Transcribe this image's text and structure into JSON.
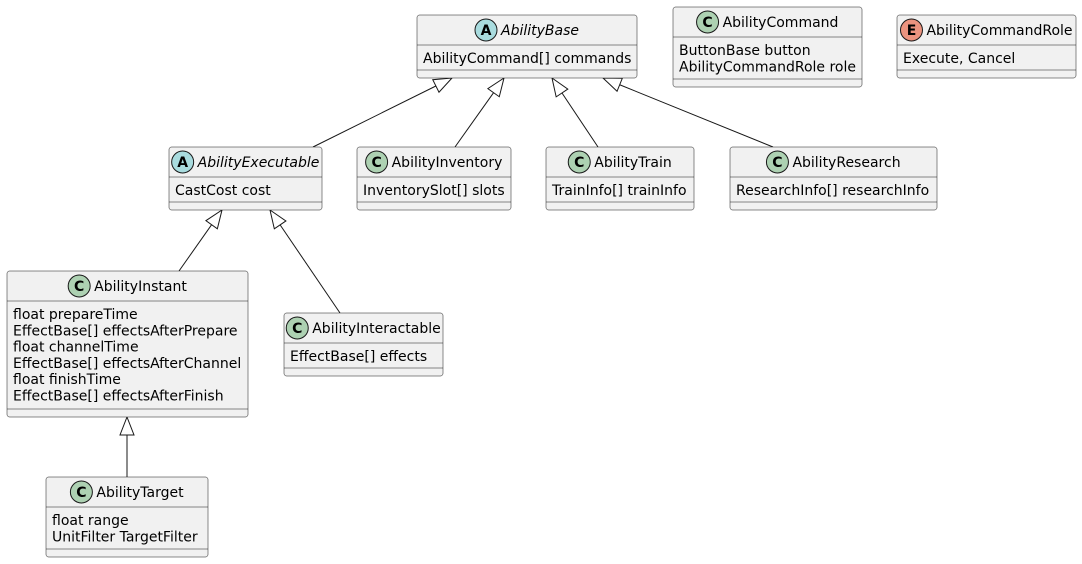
{
  "diagram": {
    "nodes": [
      {
        "id": "AbilityBase",
        "name": "AbilityBase",
        "kind": "abstract",
        "badge": "A",
        "italic": true,
        "attributes": [
          "AbilityCommand[] commands"
        ]
      },
      {
        "id": "AbilityCommand",
        "name": "AbilityCommand",
        "kind": "class",
        "badge": "C",
        "italic": false,
        "attributes": [
          "ButtonBase button",
          "AbilityCommandRole role"
        ]
      },
      {
        "id": "AbilityCommandRole",
        "name": "AbilityCommandRole",
        "kind": "enum",
        "badge": "E",
        "italic": false,
        "attributes": [
          "Execute, Cancel"
        ]
      },
      {
        "id": "AbilityExecutable",
        "name": "AbilityExecutable",
        "kind": "abstract",
        "badge": "A",
        "italic": true,
        "attributes": [
          "CastCost cost"
        ]
      },
      {
        "id": "AbilityInventory",
        "name": "AbilityInventory",
        "kind": "class",
        "badge": "C",
        "italic": false,
        "attributes": [
          "InventorySlot[] slots"
        ]
      },
      {
        "id": "AbilityTrain",
        "name": "AbilityTrain",
        "kind": "class",
        "badge": "C",
        "italic": false,
        "attributes": [
          "TrainInfo[] trainInfo"
        ]
      },
      {
        "id": "AbilityResearch",
        "name": "AbilityResearch",
        "kind": "class",
        "badge": "C",
        "italic": false,
        "attributes": [
          "ResearchInfo[] researchInfo"
        ]
      },
      {
        "id": "AbilityInstant",
        "name": "AbilityInstant",
        "kind": "class",
        "badge": "C",
        "italic": false,
        "attributes": [
          "float prepareTime",
          "EffectBase[] effectsAfterPrepare",
          "float channelTime",
          "EffectBase[] effectsAfterChannel",
          "float finishTime",
          "EffectBase[] effectsAfterFinish"
        ]
      },
      {
        "id": "AbilityInteractable",
        "name": "AbilityInteractable",
        "kind": "class",
        "badge": "C",
        "italic": false,
        "attributes": [
          "EffectBase[] effects"
        ]
      },
      {
        "id": "AbilityTarget",
        "name": "AbilityTarget",
        "kind": "class",
        "badge": "C",
        "italic": false,
        "attributes": [
          "float range",
          "UnitFilter TargetFilter"
        ]
      }
    ],
    "edges": [
      {
        "from": "AbilityExecutable",
        "to": "AbilityBase",
        "type": "generalization"
      },
      {
        "from": "AbilityInventory",
        "to": "AbilityBase",
        "type": "generalization"
      },
      {
        "from": "AbilityTrain",
        "to": "AbilityBase",
        "type": "generalization"
      },
      {
        "from": "AbilityResearch",
        "to": "AbilityBase",
        "type": "generalization"
      },
      {
        "from": "AbilityInstant",
        "to": "AbilityExecutable",
        "type": "generalization"
      },
      {
        "from": "AbilityInteractable",
        "to": "AbilityExecutable",
        "type": "generalization"
      },
      {
        "from": "AbilityTarget",
        "to": "AbilityInstant",
        "type": "generalization"
      }
    ]
  },
  "colors": {
    "box_fill": "#F1F1F1",
    "border": "#181818",
    "badge_class": "#ADD1B2",
    "badge_abstract": "#A9DCDF",
    "badge_enum": "#EB937F",
    "arrow_fill": "#FFFFFF"
  }
}
